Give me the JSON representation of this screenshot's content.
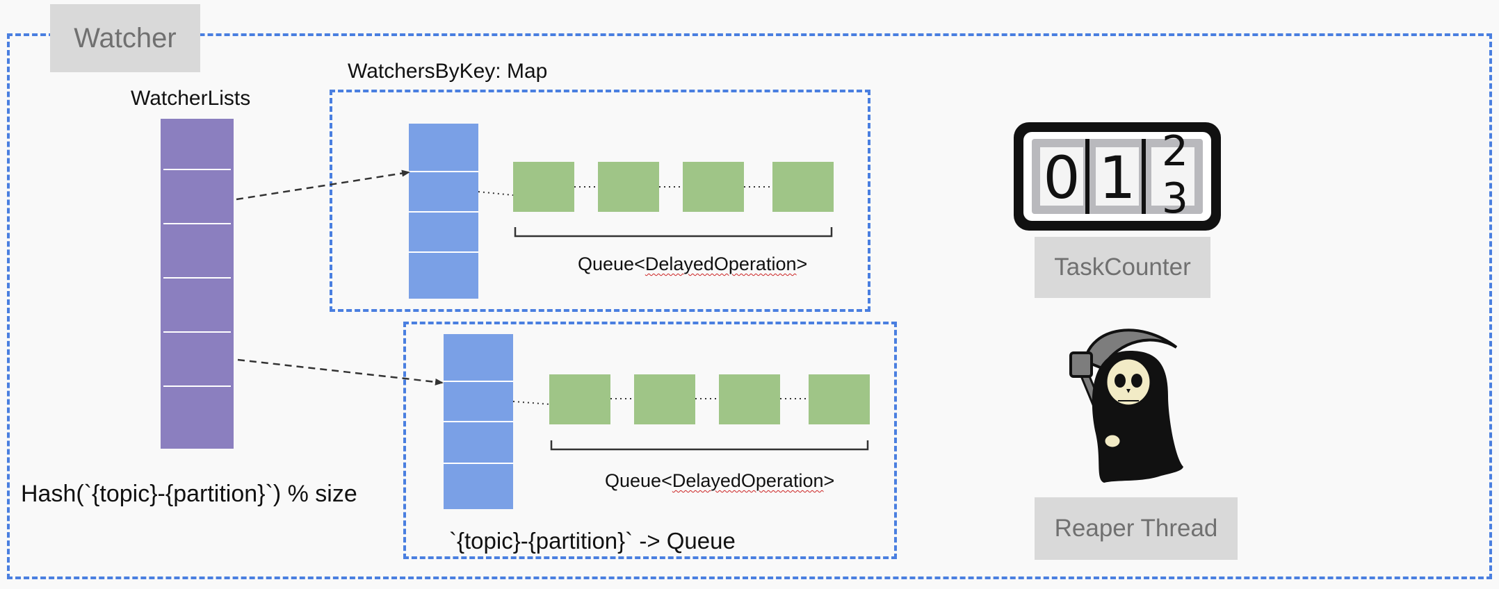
{
  "watcher": {
    "title": "Watcher",
    "watcher_lists_label": "WatcherLists",
    "hash_label": "Hash(`{topic}-{partition}`) % size"
  },
  "map": {
    "title": "WatchersByKey: Map",
    "queue_label_prefix": "Queue<",
    "queue_label_type": "DelayedOperation",
    "queue_label_suffix": ">",
    "key_label": "`{topic}-{partition}` -> Queue"
  },
  "task_counter": {
    "label": "TaskCounter",
    "icon": "counter-icon",
    "digits": [
      "0",
      "1",
      "2",
      "3"
    ]
  },
  "reaper": {
    "label": "Reaper Thread",
    "icon": "grim-reaper-icon"
  },
  "colors": {
    "dashed_border": "#4a7fe0",
    "watcher_list": "#8b7fbf",
    "bucket": "#7aa0e6",
    "operation": "#9fc587",
    "label_box": "#d9d9d9"
  }
}
